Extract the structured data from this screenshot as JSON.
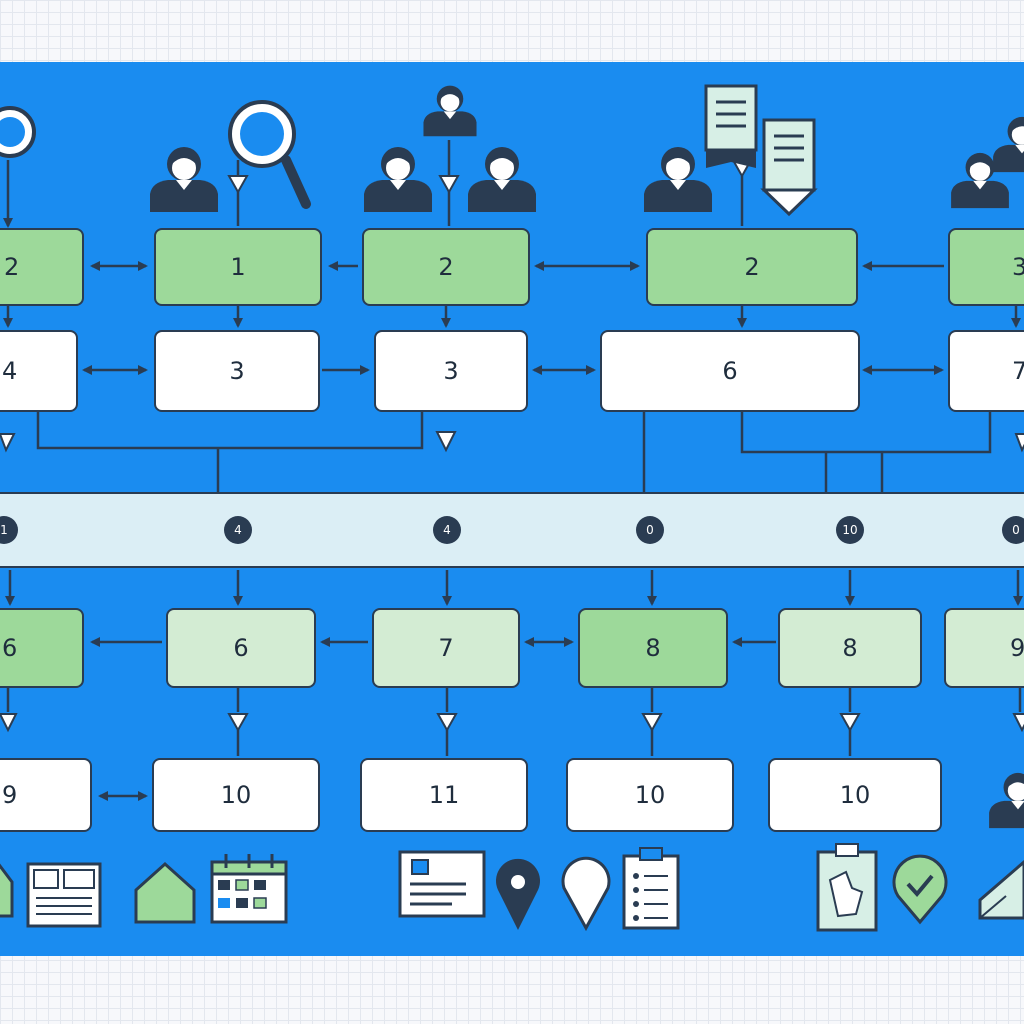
{
  "colors": {
    "panel_blue": "#1a8cf0",
    "node_green": "#9dd99a",
    "node_light_green": "#d3ecd3",
    "node_white": "#ffffff",
    "outline_navy": "#2a3c52",
    "bar_light": "#dbeef5"
  },
  "row1": {
    "n0": "2",
    "n1": "1",
    "n2": "2",
    "n3": "2",
    "n4": "3"
  },
  "row2": {
    "n0": "4",
    "n1": "3",
    "n2": "3",
    "n3": "6",
    "n4": "7"
  },
  "timeline": {
    "m0": "1",
    "m1": "4",
    "m2": "4",
    "m3": "0",
    "m4": "10",
    "m5": "0"
  },
  "row3": {
    "n0": "6",
    "n1": "6",
    "n2": "7",
    "n3": "8",
    "n4": "8",
    "n5": "9"
  },
  "row4": {
    "n0": "9",
    "n1": "10",
    "n2": "11",
    "n3": "10",
    "n4": "10"
  },
  "icons_top": [
    "magnifier-icon",
    "person-icon",
    "magnifier-icon",
    "person-icon",
    "person-icon",
    "person-icon",
    "person-icon",
    "document-icon",
    "document-icon",
    "person-icon",
    "person-icon"
  ],
  "icons_bottom": [
    "house-icon",
    "newspaper-icon",
    "house-icon",
    "calendar-icon",
    "form-icon",
    "map-pin-icon",
    "map-pin-icon",
    "clipboard-icon",
    "clipboard-icon",
    "check-badge-icon",
    "envelope-icon",
    "person-icon"
  ]
}
